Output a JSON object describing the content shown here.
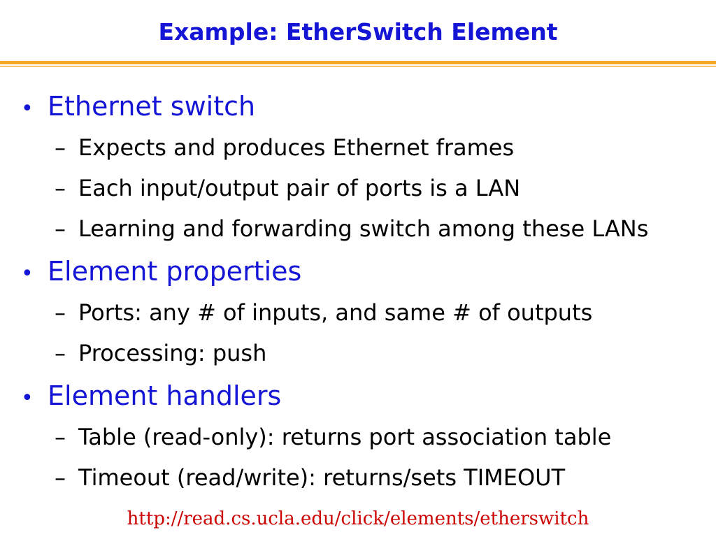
{
  "slide": {
    "title": "Example: EtherSwitch Element",
    "bullets": [
      {
        "text": "Ethernet switch",
        "subitems": [
          "Expects and produces Ethernet frames",
          "Each input/output pair of ports is a LAN",
          "Learning and forwarding switch among these LANs"
        ]
      },
      {
        "text": "Element properties",
        "subitems": [
          "Ports: any # of inputs, and same # of outputs",
          "Processing: push"
        ]
      },
      {
        "text": "Element handlers",
        "subitems": [
          "Table (read-only): returns port association table",
          "Timeout (read/write): returns/sets TIMEOUT"
        ]
      }
    ],
    "footer_link": "http://read.cs.ucla.edu/click/elements/etherswitch"
  },
  "symbols": {
    "bullet": "•",
    "dash": "–"
  },
  "colors": {
    "title": "#1515d6",
    "bullet_text": "#1515d6",
    "subitem_text": "#000000",
    "rule": "#f5a623",
    "footer_link": "#cc0000"
  }
}
